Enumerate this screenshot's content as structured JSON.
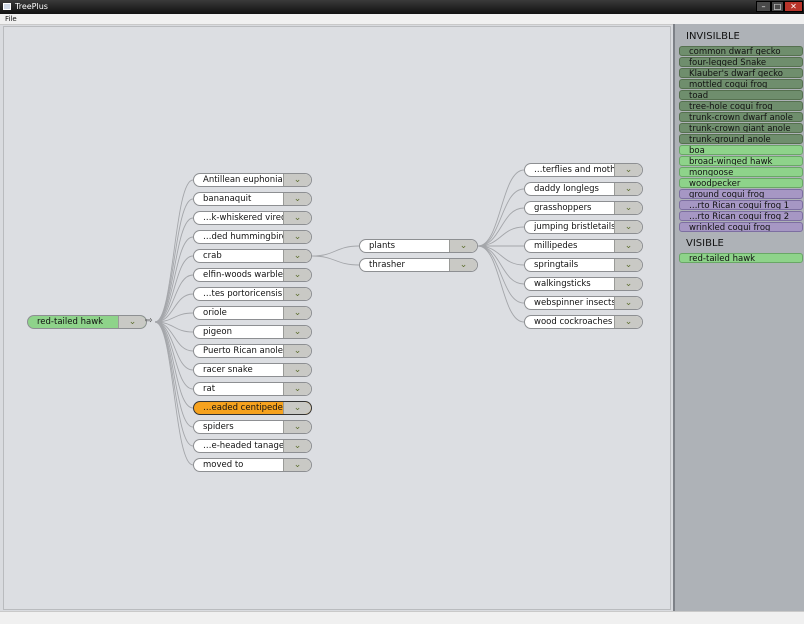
{
  "window": {
    "title": "TreePlus",
    "min_glyph": "–",
    "max_glyph": "□",
    "close_glyph": "✕"
  },
  "menu": {
    "file_label": "File"
  },
  "tree": {
    "expand_glyph": "⌄",
    "arrow_glyph": "⇨",
    "root": {
      "label": "red-tailed hawk"
    },
    "level1": [
      {
        "label": "Antillean euphonia"
      },
      {
        "label": "bananaquit"
      },
      {
        "label": "…k-whiskered vireo"
      },
      {
        "label": "…ded hummingbird"
      },
      {
        "label": "crab"
      },
      {
        "label": "elfin-woods warbler"
      },
      {
        "label": "…tes portoricensis"
      },
      {
        "label": "oriole"
      },
      {
        "label": "pigeon"
      },
      {
        "label": "Puerto Rican anole"
      },
      {
        "label": "racer snake"
      },
      {
        "label": "rat"
      },
      {
        "label": "…eaded centipede"
      },
      {
        "label": "spiders"
      },
      {
        "label": "…e-headed tanager"
      },
      {
        "label": "moved to"
      }
    ],
    "level2": [
      {
        "label": "plants"
      },
      {
        "label": "thrasher"
      }
    ],
    "level3": [
      {
        "label": "…terflies and moths"
      },
      {
        "label": "daddy longlegs"
      },
      {
        "label": "grasshoppers"
      },
      {
        "label": "jumping bristletails"
      },
      {
        "label": "millipedes"
      },
      {
        "label": "springtails"
      },
      {
        "label": "walkingsticks"
      },
      {
        "label": "webspinner insects"
      },
      {
        "label": "wood cockroaches"
      }
    ]
  },
  "panel": {
    "invisible_heading": "INVISILBLE",
    "visible_heading": "VISIBLE",
    "invisible_items": [
      {
        "label": "common dwarf gecko"
      },
      {
        "label": "four-legged Snake"
      },
      {
        "label": "Klauber's dwarf gecko"
      },
      {
        "label": "mottled coqui frog"
      },
      {
        "label": "toad"
      },
      {
        "label": "tree-hole coqui frog"
      },
      {
        "label": "trunk-crown dwarf anole"
      },
      {
        "label": "trunk-crown giant anole"
      },
      {
        "label": "trunk-ground anole"
      },
      {
        "label": "boa"
      },
      {
        "label": "broad-winged hawk"
      },
      {
        "label": "mongoose"
      },
      {
        "label": "woodpecker"
      },
      {
        "label": "ground coqui frog"
      },
      {
        "label": "…rto Rican coqui frog 1"
      },
      {
        "label": "…rto Rican coqui frog 2"
      },
      {
        "label": "wrinkled coqui frog"
      }
    ],
    "visible_items": [
      {
        "label": "red-tailed hawk"
      }
    ]
  },
  "colors": {
    "root_node": "#8ed38a",
    "highlight_node": "#f6a21e",
    "panel_dark_green": "#6f8e6d",
    "panel_light_green": "#8ed38a",
    "panel_purple": "#a697c4"
  }
}
